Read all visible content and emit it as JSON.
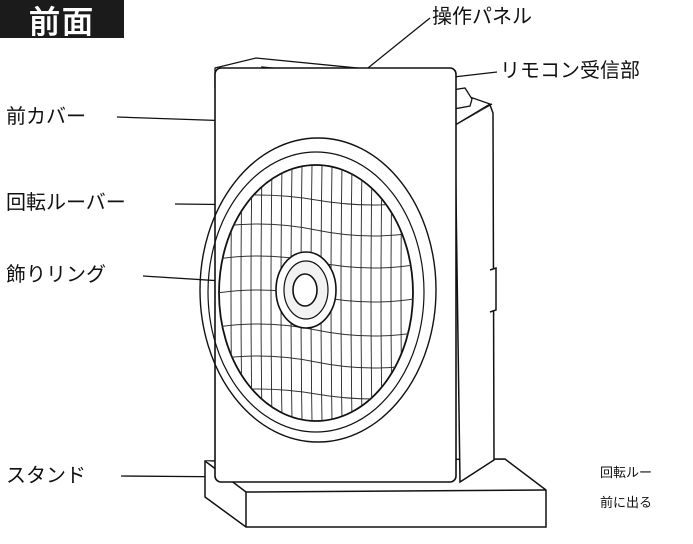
{
  "header": {
    "title": "前面"
  },
  "labels": {
    "control_panel": "操作パネル",
    "remote_receiver": "リモコン受信部",
    "front_cover": "前カバー",
    "rotating_louver": "回転ルーバー",
    "decorative_ring": "飾りリング",
    "stand": "スタンド"
  },
  "note": {
    "line1": "回転ルー",
    "line2": "前に出る"
  }
}
